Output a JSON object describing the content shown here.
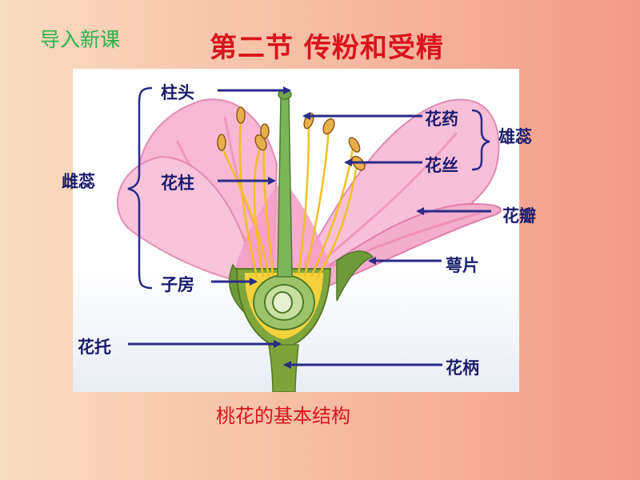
{
  "header": {
    "section": "导入新课",
    "title": "第二节  传粉和受精"
  },
  "caption": "桃花的基本结构",
  "labels": {
    "stigma": "柱头",
    "style": "花柱",
    "ovary": "子房",
    "pistil": "雌蕊",
    "receptacle": "花托",
    "anther": "花药",
    "filament": "花丝",
    "stamen": "雄蕊",
    "petal": "花瓣",
    "sepal": "萼片",
    "pedicel": "花柄"
  },
  "colors": {
    "title": "#d9141c",
    "section": "#2bb04a",
    "label": "#1b1b6e",
    "arrow": "#2a2a8a"
  }
}
